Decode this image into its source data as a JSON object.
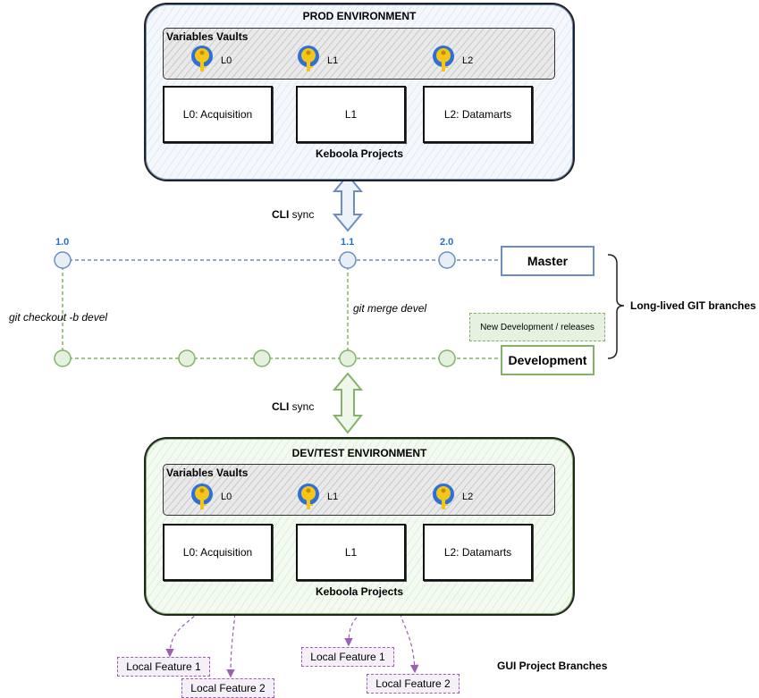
{
  "prod": {
    "title": "PROD ENVIRONMENT",
    "vault_title": "Variables Vaults",
    "keys": [
      "L0",
      "L1",
      "L2"
    ],
    "projects": [
      "L0: Acquisition",
      "L1",
      "L2: Datamarts"
    ],
    "projects_label": "Keboola Projects"
  },
  "dev": {
    "title": "DEV/TEST ENVIRONMENT",
    "vault_title": "Variables Vaults",
    "keys": [
      "L0",
      "L1",
      "L2"
    ],
    "projects": [
      "L0: Acquisition",
      "L1",
      "L2: Datamarts"
    ],
    "projects_label": "Keboola Projects"
  },
  "sync": {
    "top_bold": "CLI",
    "top_rest": " sync",
    "bottom_bold": "CLI",
    "bottom_rest": " sync"
  },
  "versions": [
    "1.0",
    "1.1",
    "2.0"
  ],
  "branches": {
    "master": "Master",
    "development": "Development",
    "note": "New Development / releases",
    "group_label": "Long-lived GIT branches",
    "checkout_cmd": "git checkout -b devel",
    "merge_cmd": "git merge devel"
  },
  "features": {
    "items": [
      "Local Feature 1",
      "Local Feature 2",
      "Local Feature 1",
      "Local Feature 2"
    ],
    "group_label": "GUI Project Branches"
  },
  "colors": {
    "prod_accent": "#6c8ebf",
    "dev_accent": "#82b366",
    "version_blue": "#1f6fd1",
    "feature_purple": "#9b5fb5",
    "key_yellow": "#f5c518"
  }
}
